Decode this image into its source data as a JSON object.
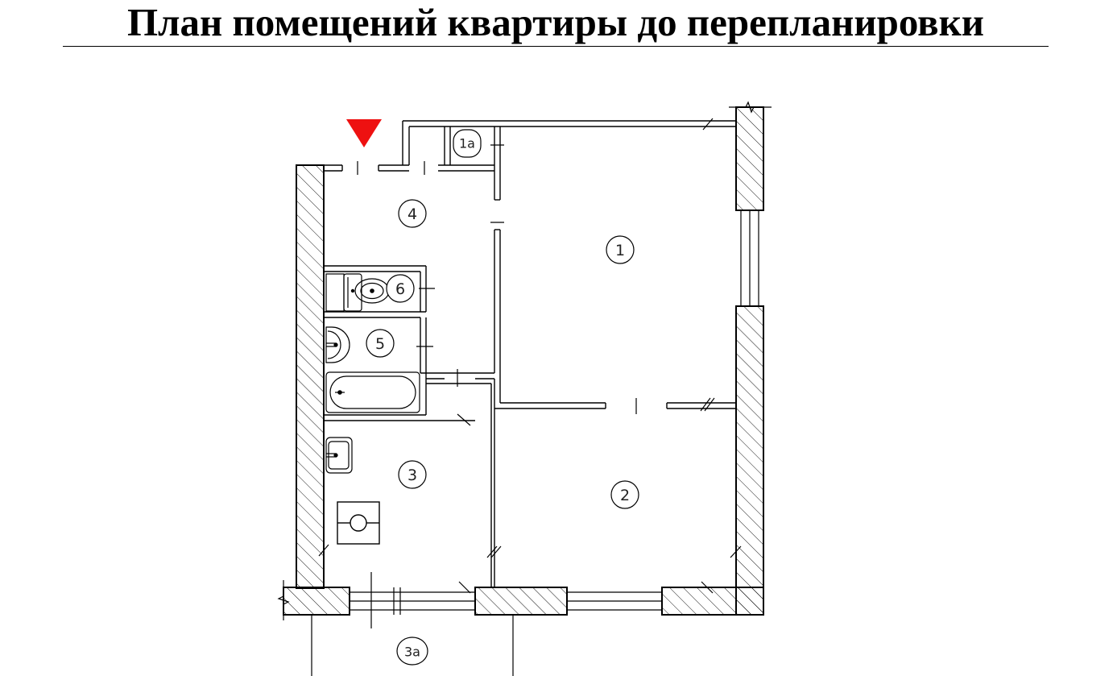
{
  "title": "План помещений квартиры до перепланировки",
  "colors": {
    "ink": "#000000",
    "hatch": "#000000",
    "entrance_marker": "#ee1111",
    "background": "#ffffff"
  },
  "icons": [
    "entrance-marker-icon",
    "toilet-icon",
    "sink-icon",
    "bathtub-icon",
    "stove-icon"
  ],
  "rooms": [
    {
      "id": "room-1",
      "label": "1"
    },
    {
      "id": "room-1a",
      "label": "1a"
    },
    {
      "id": "room-2",
      "label": "2"
    },
    {
      "id": "room-3",
      "label": "3"
    },
    {
      "id": "room-3a",
      "label": "3a"
    },
    {
      "id": "room-4",
      "label": "4"
    },
    {
      "id": "room-5",
      "label": "5"
    },
    {
      "id": "room-6",
      "label": "6"
    }
  ]
}
